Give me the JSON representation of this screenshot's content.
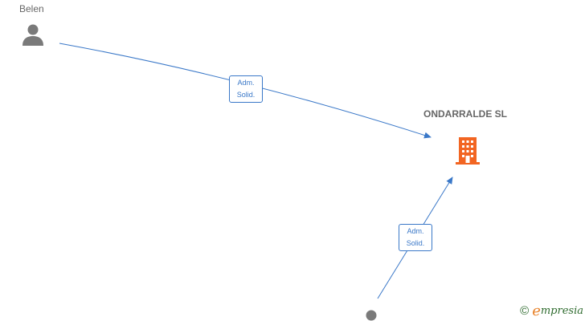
{
  "nodes": {
    "person_top": {
      "name": "Belen"
    },
    "company": {
      "name": "ONDARRALDE SL"
    }
  },
  "edges": [
    {
      "label_line1": "Adm.",
      "label_line2": "Solid."
    },
    {
      "label_line1": "Adm.",
      "label_line2": "Solid."
    }
  ],
  "colors": {
    "edge": "#3a78c8",
    "person_icon": "#7a7a7a",
    "company_icon": "#f26522"
  },
  "watermark": {
    "symbol": "©",
    "brand_initial": "e",
    "brand_rest": "mpresia"
  }
}
